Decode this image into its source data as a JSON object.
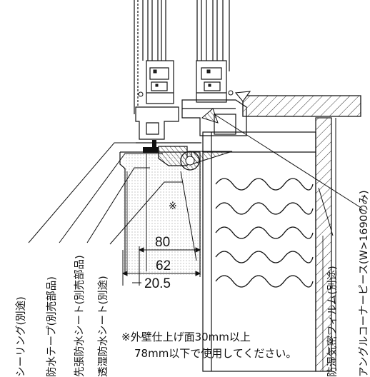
{
  "dimensions": {
    "d80": "80",
    "d62": "62",
    "d20_5": "20.5"
  },
  "markers": {
    "asterisk": "※"
  },
  "labels": {
    "sealing": "シーリング(別途)",
    "waterproof_tape": "防水テープ(別売部品)",
    "pre_sheet": "先張防水シート(別売部品)",
    "breathable_sheet": "透湿防水シート(別途)",
    "vapor_film": "防湿気密フィルム(別途)",
    "angle_corner": "アングルコーナーピース(W>1690のみ)"
  },
  "note": {
    "line1": "※外壁仕上げ面30mm以上",
    "line2": "78mm以下で使用してください。"
  }
}
